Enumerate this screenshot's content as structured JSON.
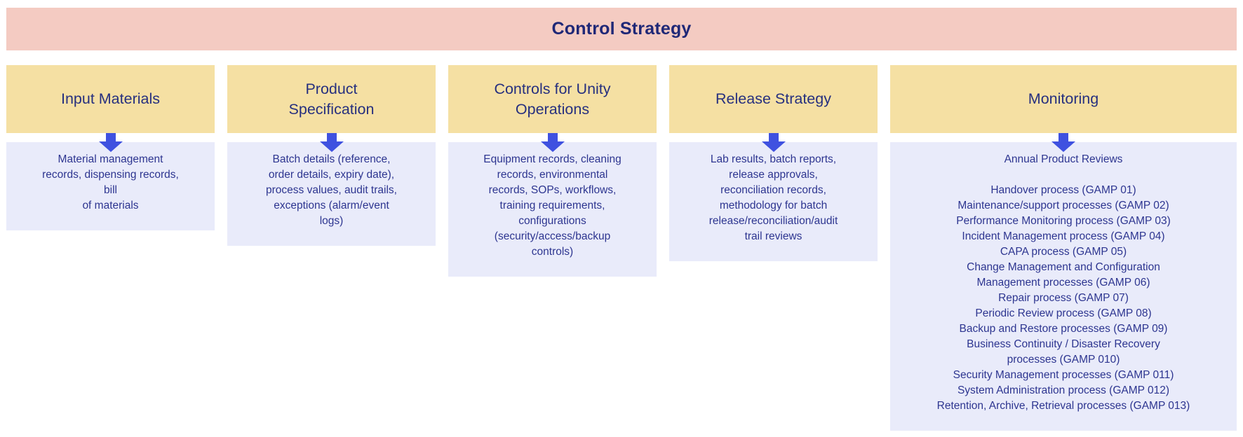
{
  "title": "Control Strategy",
  "colors": {
    "banner_bg": "#f4cbc2",
    "header_bg": "#f5e0a3",
    "content_bg": "#e9ebfa",
    "arrow_blue": "#3f51e0",
    "title_navy": "#1f2877",
    "header_navy": "#27307f",
    "body_navy": "#2d3590"
  },
  "columns": [
    {
      "id": "input-materials",
      "title": "Input Materials",
      "body": "Material management\nrecords, dispensing records,\nbill\nof materials"
    },
    {
      "id": "product-specification",
      "title": "Product\nSpecification",
      "body": "Batch details (reference,\norder details, expiry date),\nprocess values, audit trails,\nexceptions (alarm/event\nlogs)"
    },
    {
      "id": "controls-for-unity-operations",
      "title": "Controls for Unity\nOperations",
      "body": "Equipment records, cleaning\nrecords, environmental\nrecords, SOPs, workflows,\ntraining requirements,\nconfigurations\n(security/access/backup\ncontrols)"
    },
    {
      "id": "release-strategy",
      "title": "Release Strategy",
      "body": "Lab results, batch reports,\nrelease approvals,\nreconciliation records,\nmethodology for batch\nrelease/reconciliation/audit\ntrail reviews"
    },
    {
      "id": "monitoring",
      "title": "Monitoring",
      "body": "Annual Product Reviews\n\nHandover process (GAMP 01)\nMaintenance/support processes (GAMP 02)\nPerformance Monitoring process (GAMP 03)\nIncident Management process (GAMP 04)\nCAPA process (GAMP 05)\nChange Management and Configuration\nManagement processes (GAMP 06)\nRepair process (GAMP 07)\nPeriodic Review process (GAMP 08)\nBackup and Restore processes (GAMP 09)\nBusiness Continuity / Disaster Recovery\nprocesses (GAMP 010)\nSecurity Management processes (GAMP 011)\nSystem Administration process (GAMP 012)\nRetention, Archive, Retrieval processes (GAMP 013)"
    }
  ]
}
